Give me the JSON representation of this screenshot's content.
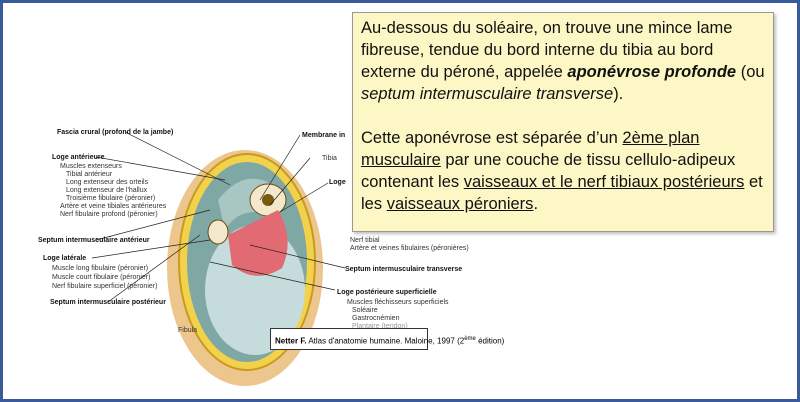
{
  "labels": {
    "fascia": "Fascia crural (profond de la jambe)",
    "loge_ant": "Loge antérieure",
    "loge_ant_items": [
      "Muscles extenseurs",
      "Tibial antérieur",
      "Long extenseur des orteils",
      "Long extenseur de l'hallux",
      "Troisième fibulaire (péronier)",
      "Artère et veine tibiales antérieures",
      "Nerf fibulaire profond (péronier)"
    ],
    "septum_ant": "Septum intermusculaire antérieur",
    "loge_lat": "Loge latérale",
    "loge_lat_items": [
      "Muscle long fibulaire (péronier)",
      "Muscle court fibulaire (péronier)",
      "Nerf fibulaire superficiel (péronier)"
    ],
    "septum_post": "Septum intermusculaire postérieur",
    "fibula": "Fibula",
    "membrane": "Membrane in",
    "tibia": "Tibia",
    "loge_prof": "Loge",
    "right_items": [
      "Nerf tibial",
      "Artère et veines fibulaires (péronières)"
    ],
    "septum_trans": "Septum intermusculaire transverse",
    "loge_sup": "Loge postérieure superficielle",
    "loge_sup_items": [
      "Muscles fléchisseurs superficiels",
      "Soléaire",
      "Gastrocnémien",
      "Plantaire (tendon)"
    ]
  },
  "textbox": {
    "p1_a": "Au-dessous du soléaire, on trouve une mince lame fibreuse, tendue du bord interne du tibia au bord externe du péroné, appelée ",
    "p1_bold": "aponévrose profonde",
    "p1_b": " (ou ",
    "p1_italic": "septum intermusculaire transverse",
    "p1_c": ").",
    "p2_a": "Cette aponévrose est séparée d’un ",
    "p2_u1": "2ème plan musculaire",
    "p2_b": " par une couche de tissu cellulo-adipeux contenant les ",
    "p2_u2": "vaisseaux et le nerf tibiaux postérieurs",
    "p2_c": " et les ",
    "p2_u3": "vaisseaux péroniers",
    "p2_d": "."
  },
  "citation": {
    "author": "Netter F.",
    "text": " Atlas d'anatomie humaine. Maloine, 1997 (2",
    "sup": "ème",
    "end": " édition)"
  }
}
